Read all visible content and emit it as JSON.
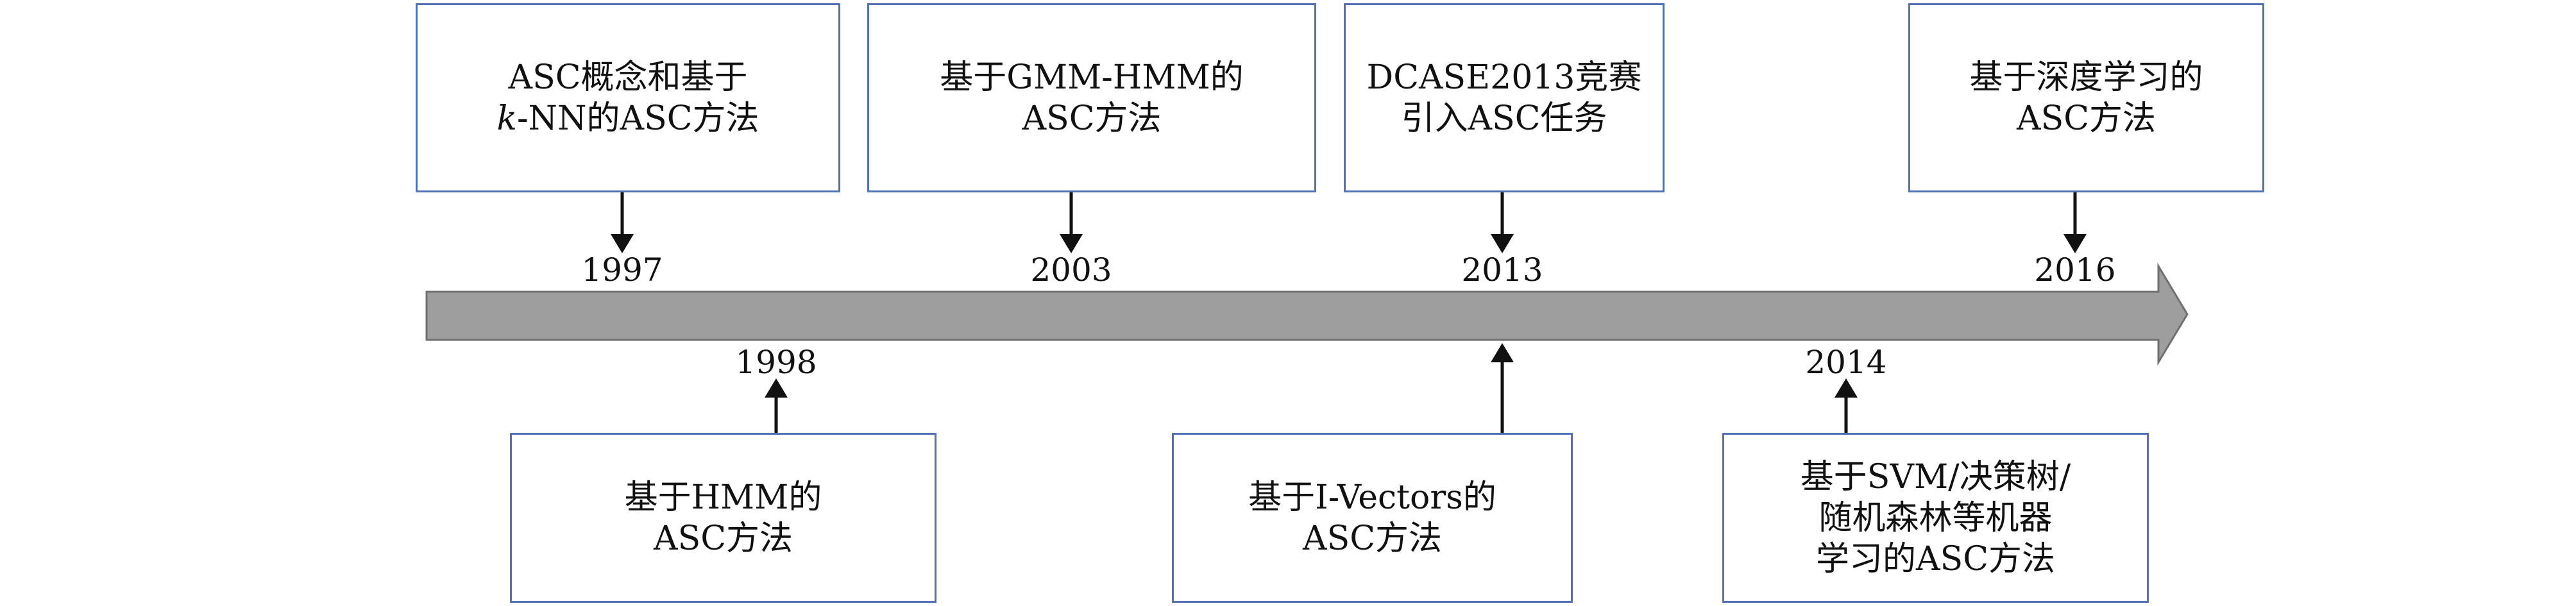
{
  "colors": {
    "box_border": "#4f73b6",
    "arrow_fill": "#9e9e9e",
    "arrow_stroke": "#6f6f6f",
    "connector": "#111111"
  },
  "events_above": [
    {
      "year": "1997",
      "lines": [
        "ASC概念和基于",
        "k-NN的ASC方法"
      ]
    },
    {
      "year": "2003",
      "lines": [
        "基于GMM-HMM的",
        "ASC方法"
      ]
    },
    {
      "year": "2013",
      "lines": [
        "DCASE2013竞赛",
        "引入ASC任务"
      ]
    },
    {
      "year": "2016",
      "lines": [
        "基于深度学习的",
        "ASC方法"
      ]
    }
  ],
  "events_below": [
    {
      "year": "1998",
      "lines": [
        "基于HMM的",
        "ASC方法"
      ]
    },
    {
      "year": "",
      "lines": [
        "基于I-Vectors的",
        "ASC方法"
      ]
    },
    {
      "year": "2014",
      "lines": [
        "基于SVM/决策树/",
        "随机森林等机器",
        "学习的ASC方法"
      ]
    }
  ]
}
